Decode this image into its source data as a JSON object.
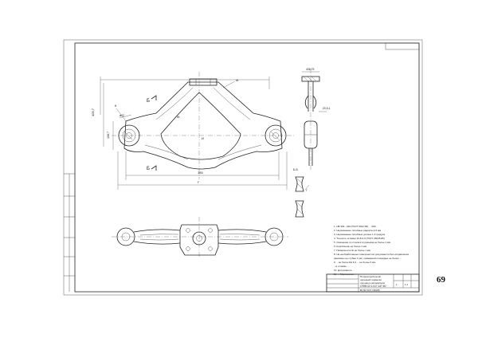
{
  "page": {
    "number": "69"
  },
  "drawing": {
    "dimensions": {
      "top_width": "406,75",
      "left_height": "406,7",
      "inner_height": "108,7",
      "diameter_left": "ø22",
      "span_inner": "185",
      "span_total": "Г",
      "section_width": "20,5-1"
    },
    "labels": {
      "view_b_top": "Б",
      "view_b_bottom": "Б",
      "mark_m": "М",
      "mark_k": "К",
      "mark_g": "Г",
      "mark_j": "Ж",
      "mark_i": "И",
      "section_label": "Б-Б"
    },
    "notes": [
      "1. НВ 363...429 (ГОСТ 9012-59) ... 200...",
      "2. Неуказанные литейные радиусы 4-6 мм",
      "3. Неуказанные литейные уклоны 1-3 градуса",
      "4. Точность отливки 10-8-0-9 (ГОСТ 26645-85)",
      "5. Смещение по плоскости разъема не более 1 мм",
      "6. Коробление не более 1 мм",
      "7. Поверхности Ж не более 1 мм",
      "8. На необработанных поверхностях допускаются без исправления",
      "   раковины не глубже 1 мм, суммарной площадью не более ...",
      "9. ...не более Ra 6,3 ... не более 5 мм",
      "   ...в отливке ...",
      "10. Допускается ...",
      "11. ... Маркировка ..."
    ],
    "title_block": {
      "name_line1": "Поперечный рычаг",
      "name_line2": "передней подвески",
      "name_line3": "легкового автомобиля",
      "code": "ОТКВ 02.1.017.147.60",
      "material": "ВЧ 50 ГОСТ 7293-85",
      "scale": "1:1",
      "sheet": "1"
    }
  }
}
